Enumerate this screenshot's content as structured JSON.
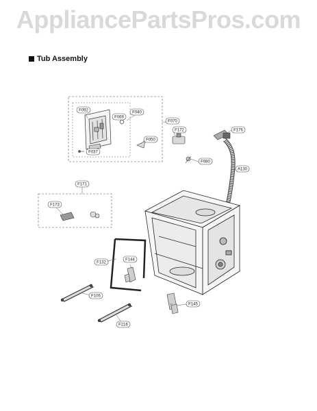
{
  "watermark": "AppliancePartsPros.com",
  "section_title": "Tub Assembly",
  "callouts": {
    "f092": "F092",
    "f069": "F069",
    "f040": "F040",
    "f037": "F037",
    "f050": "F050",
    "f070": "F070",
    "f172": "F172",
    "f176": "F176",
    "f080": "F080",
    "a130": "A130",
    "f171": "F171",
    "f173": "F173",
    "f132": "F132",
    "f144": "F144",
    "f106": "F106",
    "f145": "F145",
    "f216": "F216"
  }
}
